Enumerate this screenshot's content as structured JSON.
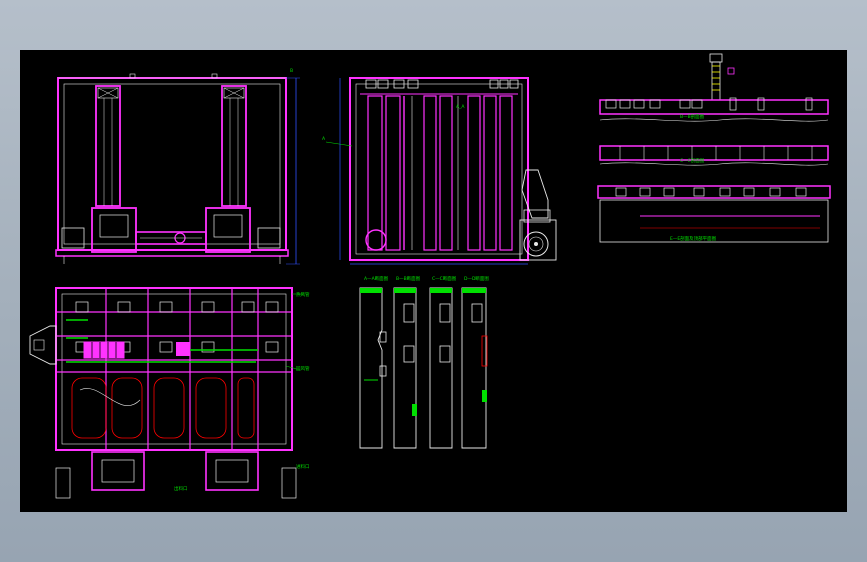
{
  "colors": {
    "background": "#000000",
    "outline": "#ff33ff",
    "secondary": "#e8e8e8",
    "dimension": "#3050ff",
    "annotation": "#00e000",
    "hatch": "#ff0000",
    "ladder": "#ffff00"
  },
  "labels": {
    "front_dim": "B",
    "side_title": "A",
    "side_mark": "A_A",
    "section_a": "A—A断面图",
    "section_b": "B—B断面图",
    "section_c": "C—C断面图",
    "section_d": "D—D断面图",
    "elev_1": "B—B剖面图",
    "elev_2": "C—C剖面图",
    "elev_3": "E—E剖面及顶部平面图",
    "plan_note_1": "热风管",
    "plan_note_2": "回风管",
    "plan_note_3": "进料口",
    "plan_note_4": "出料口"
  }
}
